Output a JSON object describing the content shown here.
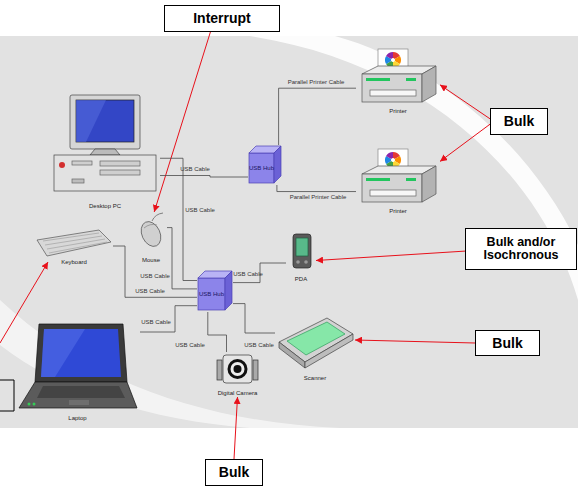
{
  "diagram": {
    "nodes": [
      {
        "text": [
          "Interrupt"
        ]
      },
      {
        "text": [
          "Printer"
        ]
      },
      {
        "text": [
          "Desktop PC"
        ]
      },
      {
        "text": [
          "USB Hub"
        ]
      },
      {
        "text": [
          "Bulk"
        ]
      },
      {
        "text": [
          "Printer"
        ]
      },
      {
        "text": [
          "Mouse"
        ]
      },
      {
        "text": [
          "Keyboard"
        ]
      },
      {
        "text": [
          "Bulk and/or Isochronous"
        ]
      },
      {
        "text": [
          "PDA"
        ]
      },
      {
        "text": [
          "USB Hub"
        ]
      },
      {
        "text": [
          "Scanner"
        ]
      },
      {
        "text": [
          "Bulk"
        ]
      },
      {
        "text": [
          "Laptop"
        ]
      },
      {
        "text": [
          "Digital Camera"
        ]
      },
      {
        "text": [
          "Bulk"
        ]
      }
    ],
    "edges": [
      {
        "from": 0,
        "to": 6,
        "arrow": "to"
      },
      {
        "from": 4,
        "to": 1,
        "arrow": "to"
      },
      {
        "from": 4,
        "to": 5,
        "arrow": "to"
      },
      {
        "from": 8,
        "to": 9,
        "arrow": "to"
      },
      {
        "from": 12,
        "to": 11,
        "arrow": "to"
      },
      {
        "from": 15,
        "to": 14,
        "arrow": "to"
      },
      {
        "from": 2,
        "to": 3,
        "label": "USB Cable",
        "arrow": "none"
      },
      {
        "from": 3,
        "to": 1,
        "label": "Parallel Printer Cable",
        "arrow": "none"
      },
      {
        "from": 3,
        "to": 5,
        "label": "Parallel Printer Cable",
        "arrow": "none"
      },
      {
        "from": 2,
        "to": 10,
        "label": "USB Cable",
        "arrow": "none"
      },
      {
        "from": 6,
        "to": 10,
        "label": "USB Cable",
        "arrow": "none"
      },
      {
        "from": 7,
        "to": 10,
        "label": "USB Cable",
        "arrow": "none"
      },
      {
        "from": 10,
        "to": 9,
        "label": "USB Cable",
        "arrow": "none"
      },
      {
        "from": 13,
        "to": 10,
        "label": "USB Cable",
        "arrow": "none"
      },
      {
        "from": 10,
        "to": 14,
        "label": "USB Cable",
        "arrow": "none"
      },
      {
        "from": 10,
        "to": 11,
        "label": "USB Cable",
        "arrow": "none"
      }
    ]
  }
}
